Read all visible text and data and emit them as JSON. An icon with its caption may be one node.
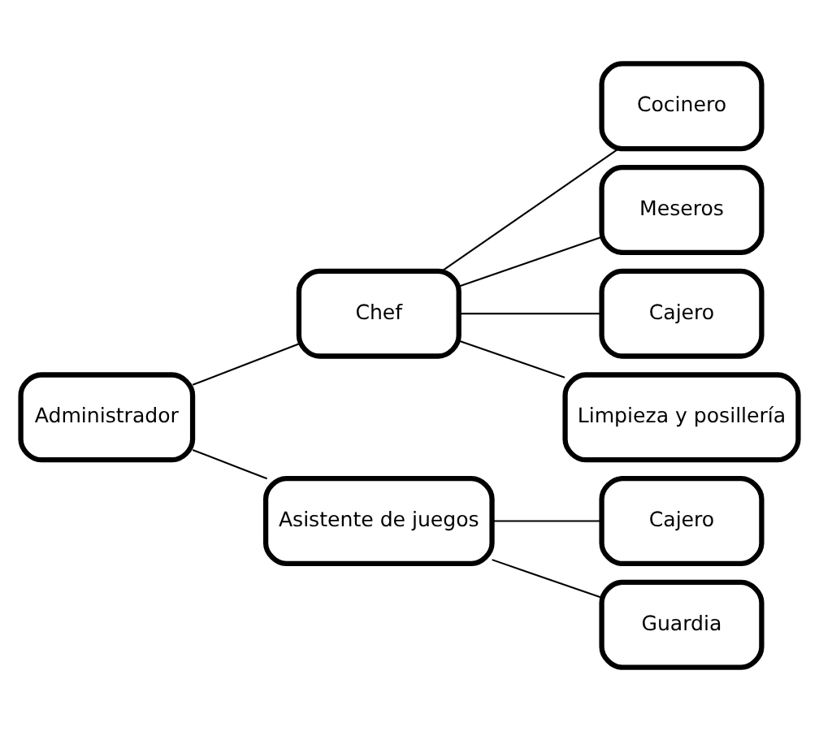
{
  "diagram": {
    "nodes": [
      {
        "text": [
          "Administrador"
        ]
      },
      {
        "text": [
          "Chef"
        ]
      },
      {
        "text": [
          "Cocinero"
        ]
      },
      {
        "text": [
          "Meseros"
        ]
      },
      {
        "text": [
          "Cajero"
        ]
      },
      {
        "text": [
          "Limpieza y posillería"
        ]
      },
      {
        "text": [
          "Asistente de juegos"
        ]
      },
      {
        "text": [
          "Cajero"
        ]
      },
      {
        "text": [
          "Guardia"
        ]
      }
    ],
    "edges": [
      {
        "from": 0,
        "to": 1,
        "arrow": "none"
      },
      {
        "from": 0,
        "to": 6,
        "arrow": "none"
      },
      {
        "from": 1,
        "to": 2,
        "arrow": "none"
      },
      {
        "from": 1,
        "to": 3,
        "arrow": "none"
      },
      {
        "from": 1,
        "to": 4,
        "arrow": "none"
      },
      {
        "from": 1,
        "to": 5,
        "arrow": "none"
      },
      {
        "from": 6,
        "to": 7,
        "arrow": "none"
      },
      {
        "from": 6,
        "to": 8,
        "arrow": "none"
      }
    ]
  }
}
